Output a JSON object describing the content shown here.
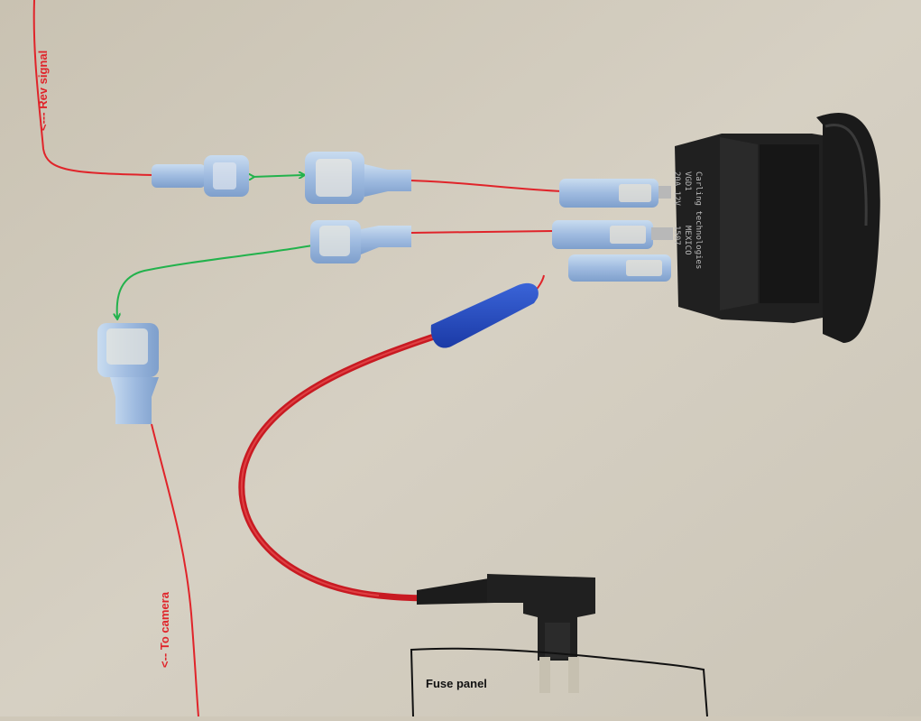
{
  "labels": {
    "rev_signal": "<--- Rev signal",
    "to_camera": "<-- To camera",
    "fuse_panel": "Fuse panel"
  },
  "switch_print": {
    "brand": "Carling technologies",
    "model": "VGD1",
    "rating": "20A 12V",
    "origin": "MEXICO",
    "code": "1507"
  },
  "colors": {
    "annotation_red": "#e0242a",
    "annotation_green": "#22b24c",
    "annotation_black": "#111111",
    "wire_red": "#d41f27",
    "connector_blue": "#a9c3e2",
    "switch_body": "#1e1e1e",
    "background": "#cfc8b9"
  },
  "icons": [
    "double-arrow-icon",
    "arrow-down-icon"
  ]
}
